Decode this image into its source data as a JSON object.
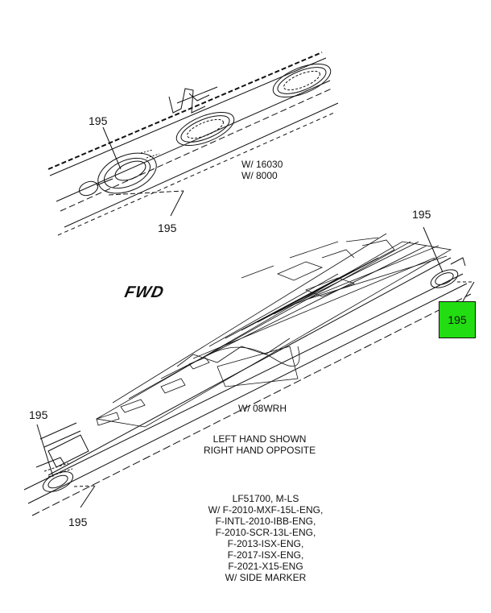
{
  "callouts": {
    "top_upper": "195",
    "top_lower": "195",
    "right_upper": "195",
    "right_highlight": "195",
    "bottom_upper": "195",
    "bottom_lower": "195"
  },
  "top_note": {
    "line1": "W/ 16030",
    "line2": "W/ 8000"
  },
  "fwd_label": "FWD",
  "middle_note": "W/ 08WRH",
  "orientation_note": {
    "line1": "LEFT HAND SHOWN",
    "line2": "RIGHT HAND OPPOSITE"
  },
  "applicability": [
    "LF51700, M-LS",
    "W/ F-2010-MXF-15L-ENG,",
    "F-INTL-2010-IBB-ENG,",
    "F-2010-SCR-13L-ENG,",
    "F-2013-ISX-ENG,",
    "F-2017-ISX-ENG,",
    "F-2021-X15-ENG",
    "W/ SIDE MARKER"
  ],
  "highlight_color": "#22dd11"
}
